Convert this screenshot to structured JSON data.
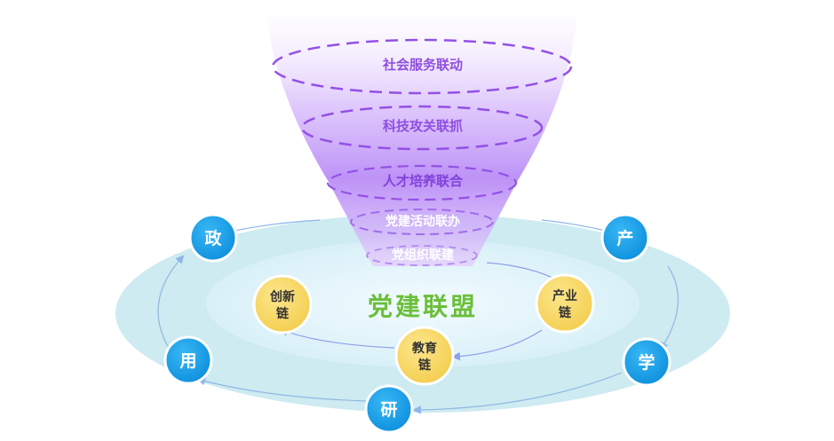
{
  "center": {
    "title": "党建联盟"
  },
  "funnel_layers": [
    {
      "label": "社会服务联动"
    },
    {
      "label": "科技攻关联抓"
    },
    {
      "label": "人才培养联合"
    },
    {
      "label": "党建活动联办"
    },
    {
      "label": "党组织联建"
    }
  ],
  "outer_nodes": [
    {
      "label": "政"
    },
    {
      "label": "产"
    },
    {
      "label": "学"
    },
    {
      "label": "研"
    },
    {
      "label": "用"
    }
  ],
  "inner_chains": [
    {
      "line1": "创新",
      "line2": "链"
    },
    {
      "line1": "产业",
      "line2": "链"
    },
    {
      "line1": "教育",
      "line2": "链"
    }
  ],
  "colors": {
    "outer_ring": "#cdebf0",
    "inner_disc": "#e6f6fb",
    "node_blue": "#1aa3ec",
    "node_yellow": "#f7d968",
    "funnel_purple": "#a86ff0",
    "title_green": "#6bbf3a",
    "label_purple": "#8e4fe0"
  }
}
